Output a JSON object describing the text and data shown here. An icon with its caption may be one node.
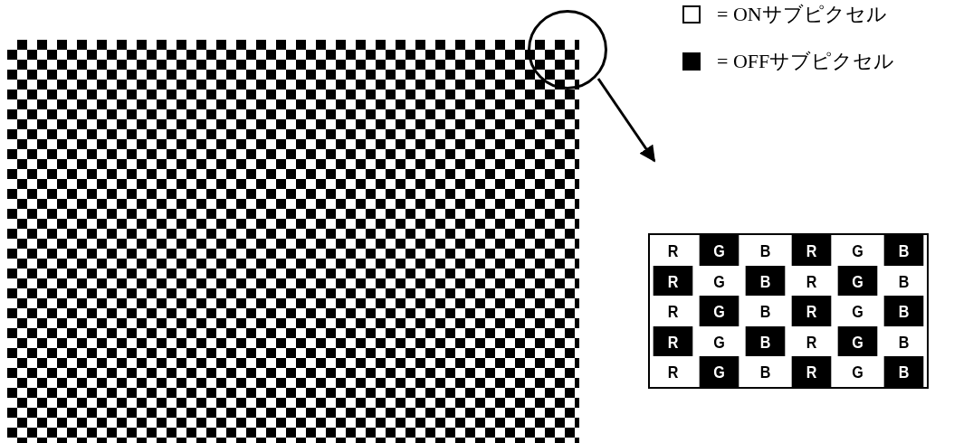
{
  "diagram": {
    "nodes": [
      {
        "text": [],
        "shape": "box"
      },
      {
        "text": [],
        "shape": "circle"
      },
      {
        "text": [],
        "shape": "box"
      }
    ],
    "edges": [
      {
        "from": 1,
        "to": 2,
        "arrow": "to"
      }
    ],
    "labels": [
      "R",
      "G",
      "B",
      "R",
      "G",
      "B",
      "R",
      "G",
      "B",
      "R",
      "G",
      "B",
      "R",
      "G",
      "B",
      "R",
      "G",
      "B",
      "R",
      "G",
      "B",
      "R",
      "G",
      "B",
      "R",
      "G",
      "B",
      "R",
      "G",
      "B"
    ],
    "legend": [
      {
        "text": "= ONサブピクセル",
        "color": "#ffffff"
      },
      {
        "text": "= OFFサブピクセル",
        "color": "#000000"
      }
    ]
  }
}
